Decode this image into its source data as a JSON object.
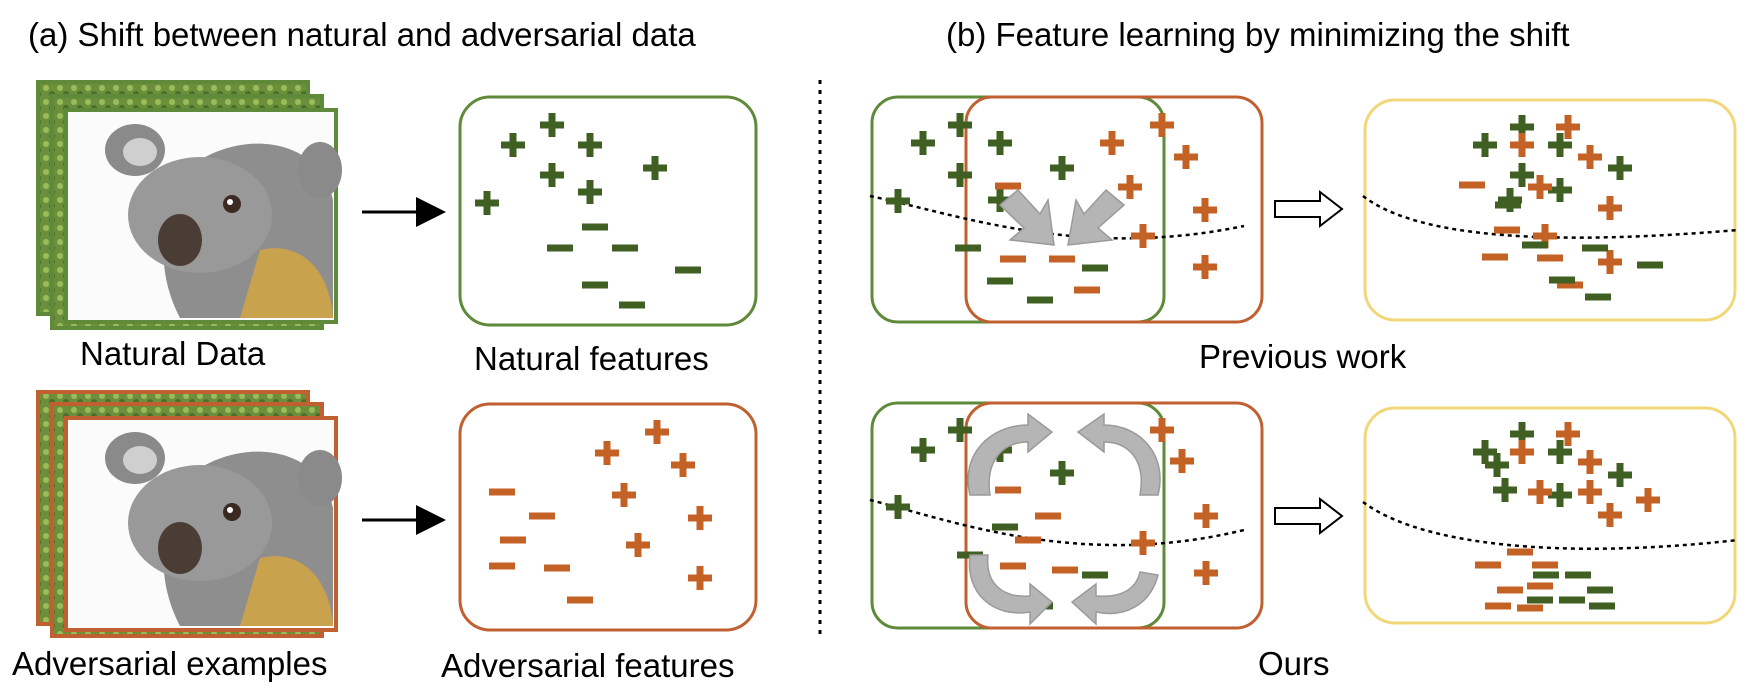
{
  "panel_a": {
    "title": "(a) Shift between natural and adversarial data",
    "natural_data_label": "Natural Data",
    "natural_features_label": "Natural features",
    "adversarial_examples_label": "Adversarial examples",
    "adversarial_features_label": "Adversarial features"
  },
  "panel_b": {
    "title": "(b) Feature learning by minimizing the shift",
    "previous_work_label": "Previous work",
    "ours_label": "Ours"
  },
  "colors": {
    "natural_green": "#3f5f23",
    "natural_border": "#5e8a3a",
    "adversarial_orange": "#c46125",
    "adversarial_border": "#c06030",
    "result_border": "#f1d77a",
    "arrow_gray": "#b5b5b5"
  }
}
